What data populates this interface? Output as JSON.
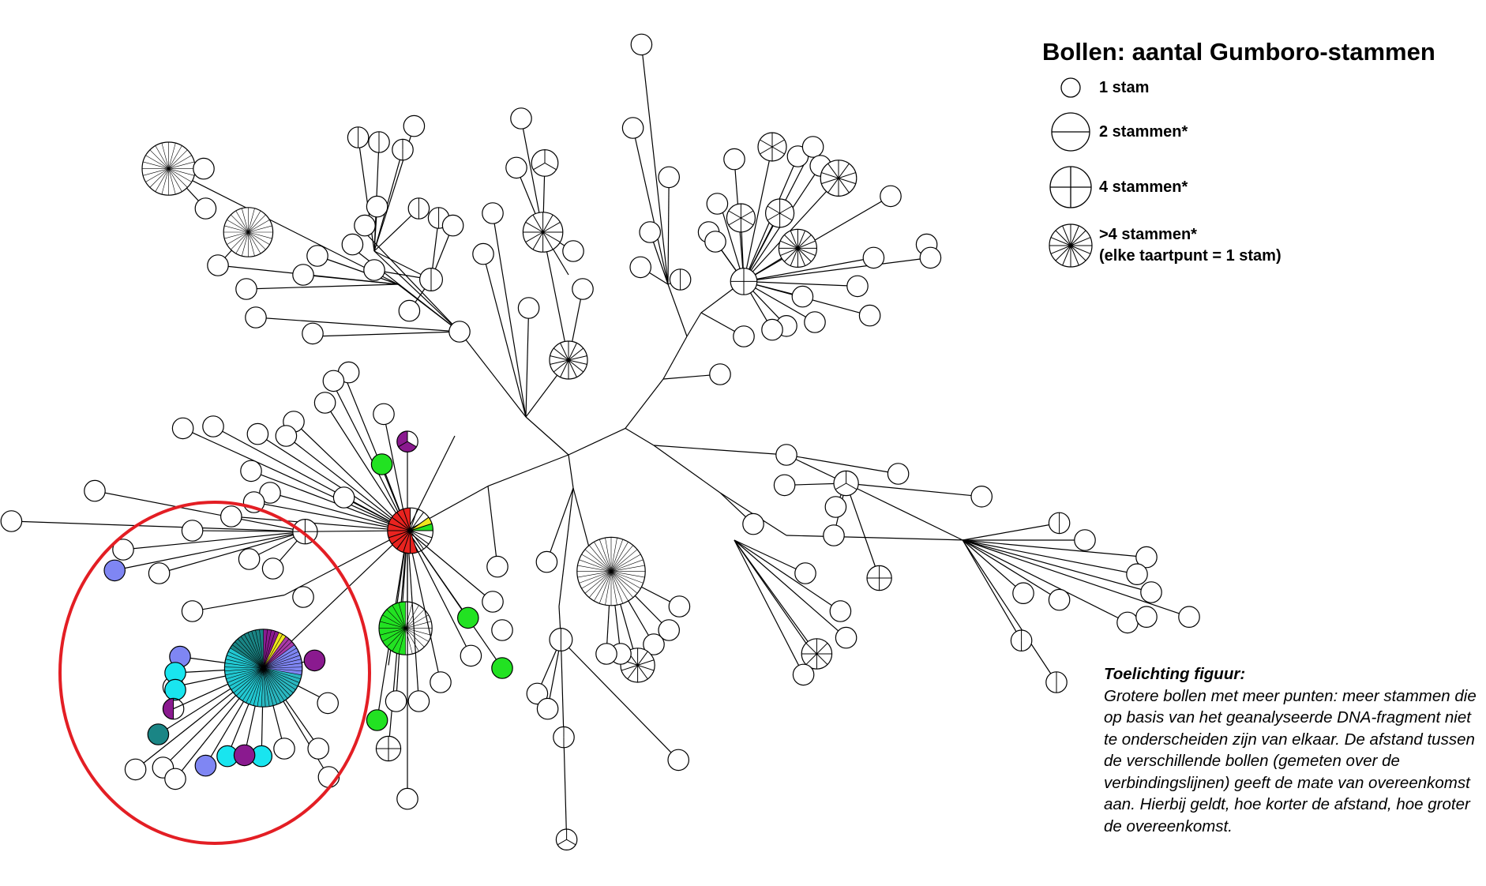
{
  "legend": {
    "title": "Bollen: aantal Gumboro-stammen",
    "items": [
      {
        "label": "1 stam",
        "strains": 1
      },
      {
        "label": "2 stammen*",
        "strains": 2
      },
      {
        "label": "4 stammen*",
        "strains": 4
      },
      {
        "label": ">4 stammen*",
        "note": "(elke taartpunt = 1 stam)",
        "strains": 16
      }
    ]
  },
  "note": {
    "title": "Toelichting figuur:",
    "body": "Grotere bollen met meer punten: meer stammen die op basis van het geanalyseerde DNA-fragment niet  te onderscheiden zijn van elkaar. De afstand tussen de verschillende bollen (gemeten over de verbindingslijnen) geeft de mate van overeenkomst aan. Hierbij geldt, hoe korter de afstand, hoe groter de overeenkomst."
  },
  "colors": {
    "highlight_ring": "#e31e24",
    "red": "#e8231f",
    "green": "#22e222",
    "purple": "#8a1a8f",
    "cyan": "#19e5ef",
    "periwinkle": "#7f86f3",
    "teal": "#1a8585",
    "dark_cyan": "#2ab7c0",
    "yellow": "#f0e61e"
  }
}
